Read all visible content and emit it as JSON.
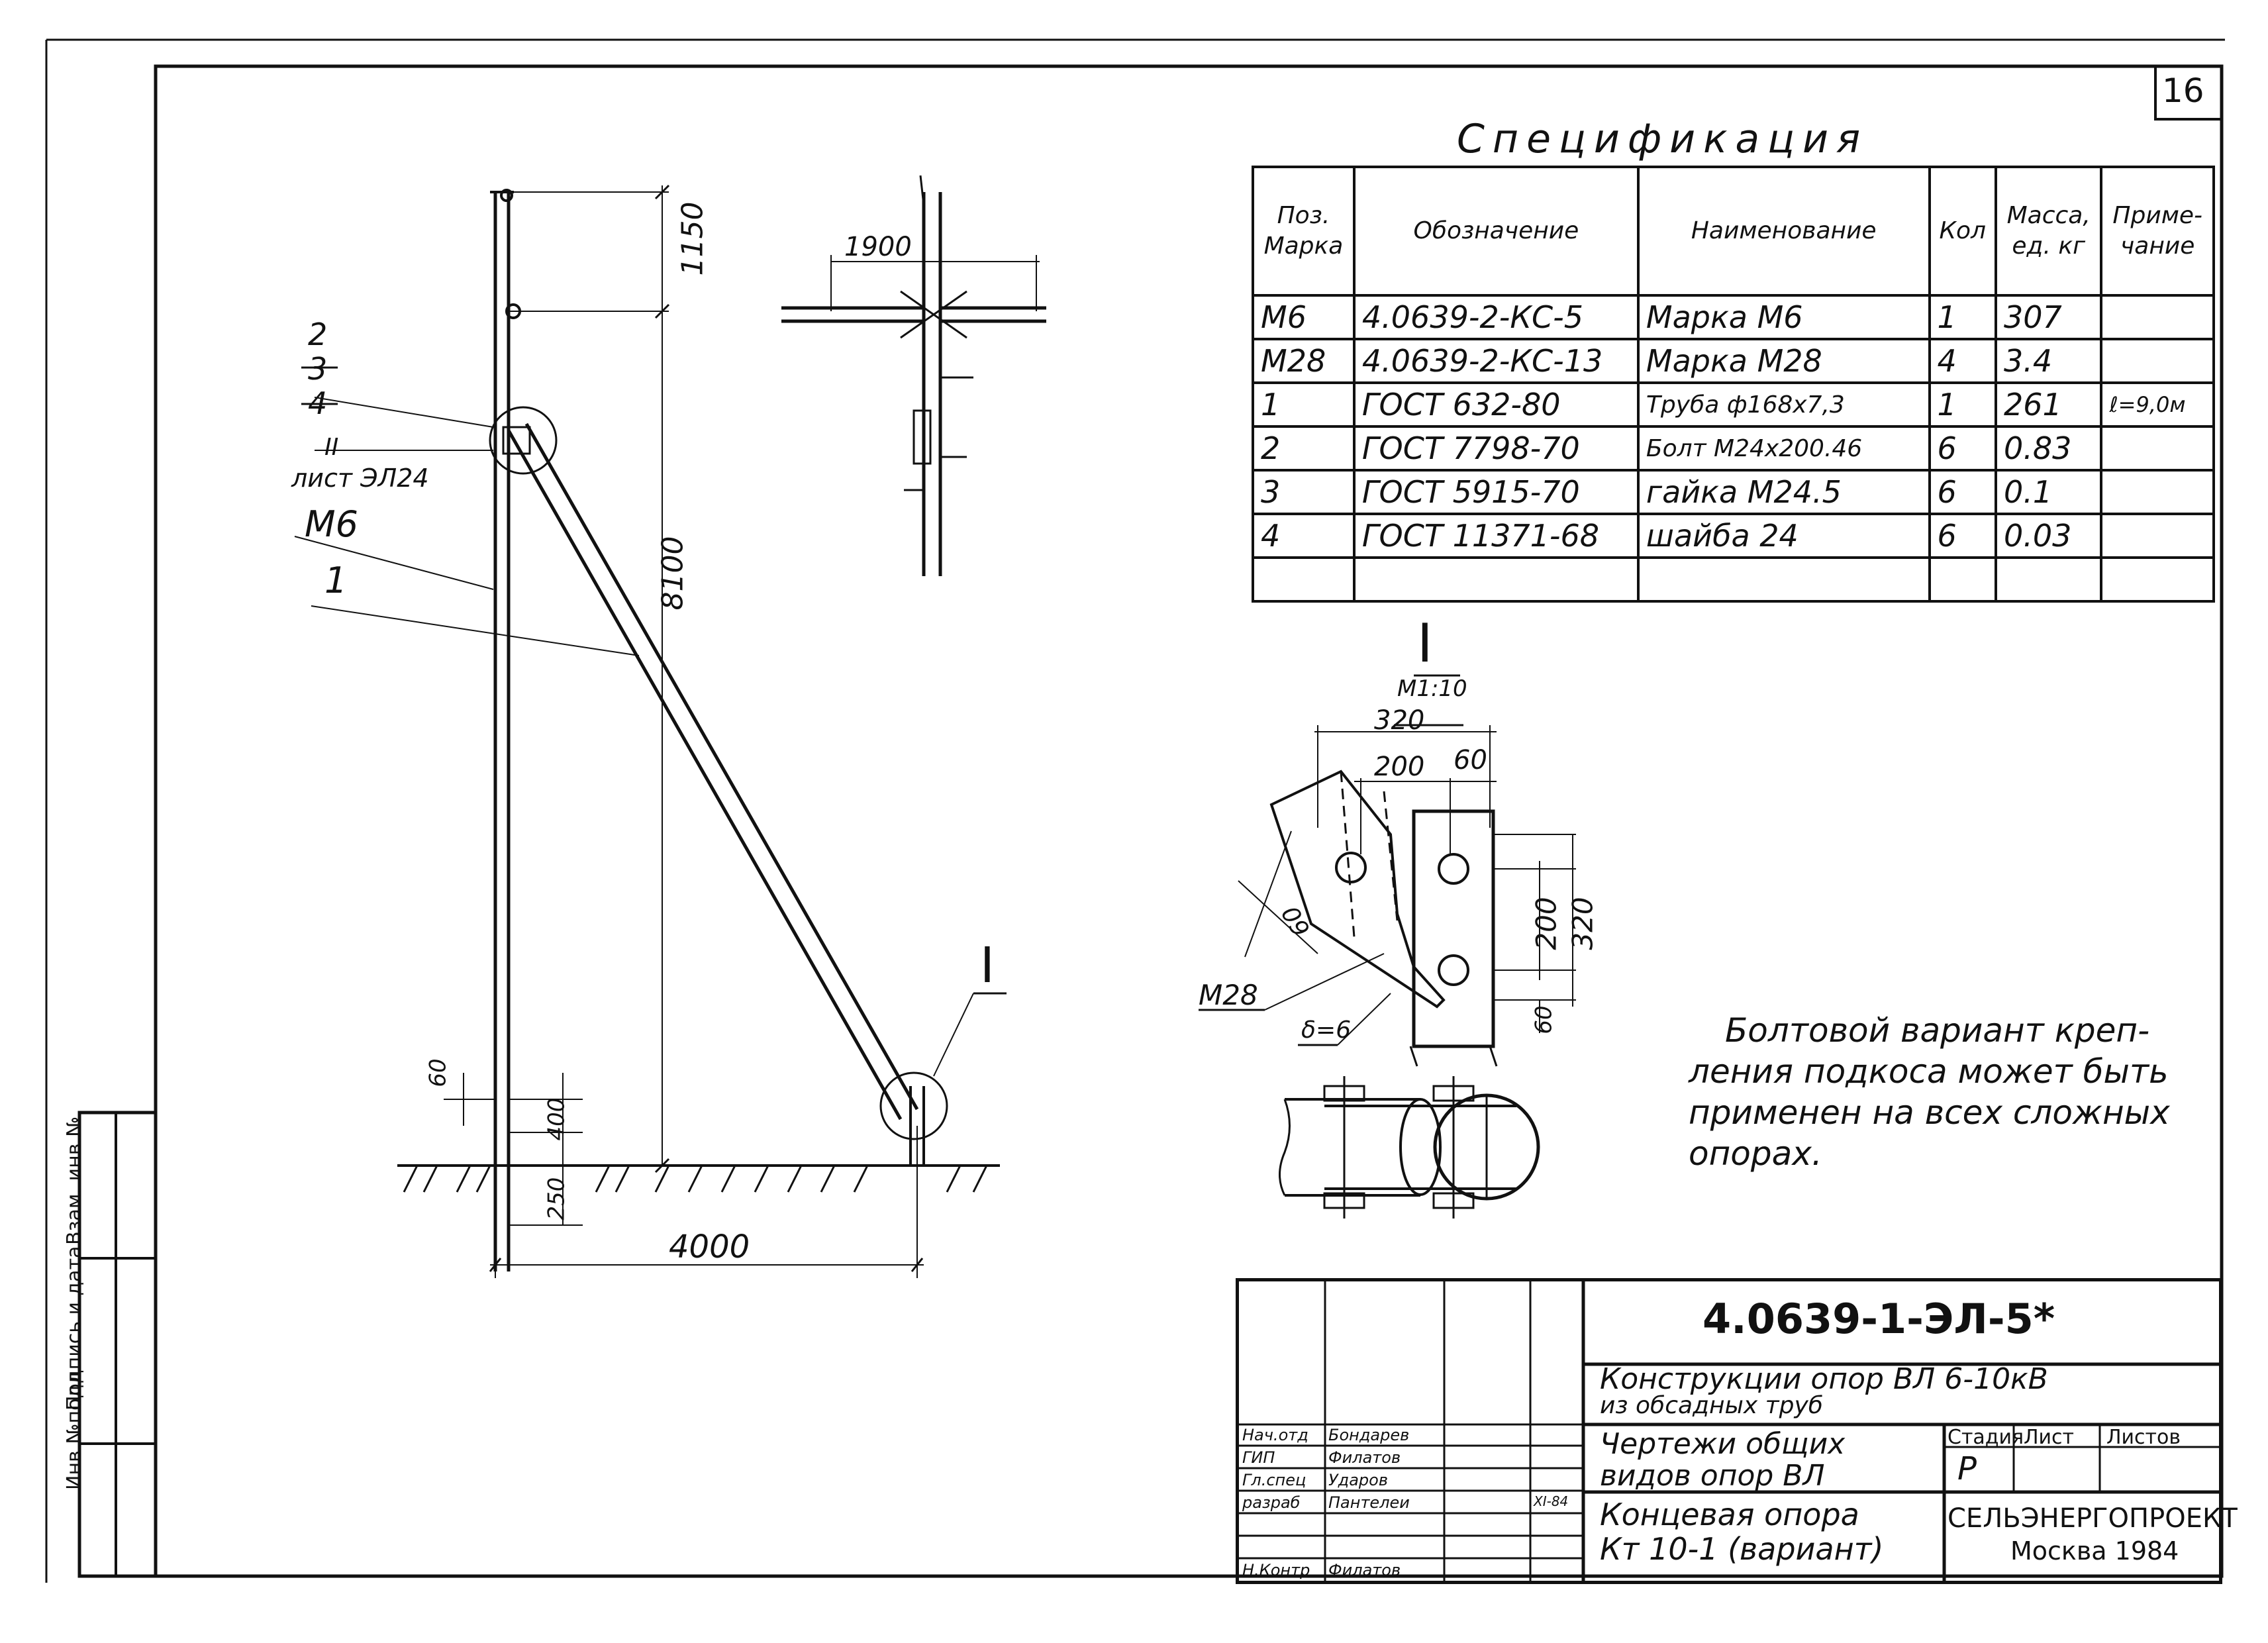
{
  "sheet_number": "16",
  "spec": {
    "title": "Спецификация",
    "headers": [
      "Поз. Марка",
      "Обозначение",
      "Наименование",
      "Кол",
      "Масса, ед. кг",
      "Приме- чание"
    ],
    "rows": [
      [
        "М6",
        "4.0639-2-КС-5",
        "Марка М6",
        "1",
        "307",
        ""
      ],
      [
        "М28",
        "4.0639-2-КС-13",
        "Марка М28",
        "4",
        "3.4",
        ""
      ],
      [
        "1",
        "ГОСТ 632-80",
        "Труба ф168х7,3",
        "1",
        "261",
        "ℓ=9,0м"
      ],
      [
        "2",
        "ГОСТ 7798-70",
        "Болт М24х200.46",
        "6",
        "0.83",
        ""
      ],
      [
        "3",
        "ГОСТ 5915-70",
        "гайка М24.5",
        "6",
        "0.1",
        ""
      ],
      [
        "4",
        "ГОСТ 11371-68",
        "шайба 24",
        "6",
        "0.03",
        ""
      ],
      [
        "",
        "",
        "",
        "",
        "",
        ""
      ]
    ]
  },
  "main_view": {
    "dims": {
      "top": "1150",
      "height": "8100",
      "base_span": "4000",
      "d60": "60",
      "d400": "400",
      "d250": "250",
      "cross_width": "1900"
    },
    "labels": {
      "pos2": "2",
      "pos3": "3",
      "pos4": "4",
      "ref_roman": "II",
      "ref_sheet": "лист ЭЛ24",
      "m6": "М6",
      "pos1": "1",
      "node": "I"
    }
  },
  "detail": {
    "title": "I",
    "scale": "М1:10",
    "dims": {
      "w320": "320",
      "w200": "200",
      "w60": "60",
      "h200": "200",
      "h320": "320",
      "d60a": "60",
      "d60b": "60",
      "thick": "δ=6"
    },
    "mark": "М28"
  },
  "note": [
    "Болтовой вариант креп-",
    "ления подкоса может быть",
    "применен на всех сложных",
    "опорах."
  ],
  "title_block": {
    "code": "4.0639-1-ЭЛ-5*",
    "project": [
      "Конструкции опор ВЛ 6-10кВ",
      "из обсадных труб"
    ],
    "drawing": [
      "Чертежи общих",
      "видов опор ВЛ"
    ],
    "sheet_name": [
      "Концевая опора",
      "Кт 10-1 (вариант)"
    ],
    "stage_hdr": [
      "Стадия",
      "Лист",
      "Листов"
    ],
    "stage": "Р",
    "org": "СЕЛЬЭНЕРГОПРОЕКТ",
    "city_year": "Москва 1984",
    "date": "XI-84",
    "staff": [
      {
        "role": "Нач.отд",
        "name": "Бондарев"
      },
      {
        "role": "ГИП",
        "name": "Филатов"
      },
      {
        "role": "Гл.спец",
        "name": "Ударов"
      },
      {
        "role": "разраб",
        "name": "Пантелеи"
      },
      {
        "role": "Н.Контр",
        "name": "Филатов"
      }
    ]
  },
  "side_stamp": [
    "Инв.№подл.",
    "Подпись и дата",
    "Взам. инв.№"
  ]
}
